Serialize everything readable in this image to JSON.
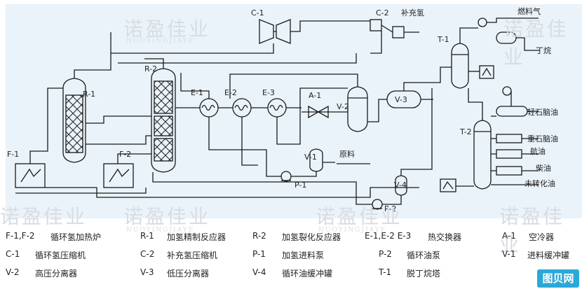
{
  "diagram": {
    "labels": {
      "C1": "C-1",
      "C2": "C-2",
      "makeup_h2": "补充氢",
      "T1": "T-1",
      "fuel_gas": "燃料气",
      "butane": "丁烷",
      "R1": "R-1",
      "R2": "R-2",
      "E1": "E-1",
      "E2": "E-2",
      "E3": "E-3",
      "A1": "A-1",
      "V2": "V-2",
      "V3": "V-3",
      "T2": "T-2",
      "light_naphtha": "轻石脑油",
      "heavy_naphtha": "重石脑油",
      "kerosene": "航油",
      "diesel": "柴油",
      "tail_oil": "未转化油",
      "F1": "F-1",
      "F2": "F-2",
      "V1": "V-1",
      "feed": "原料",
      "P1": "P-1",
      "V4": "V-4",
      "P2": "P-2"
    }
  },
  "legend": {
    "row1": [
      {
        "code": "F-1,F-2",
        "desc": "循环氢加热炉"
      },
      {
        "code": "R-1",
        "desc": "加氢精制反应器"
      },
      {
        "code": "R-2",
        "desc": "加氢裂化反应器"
      },
      {
        "code": "E-1,E-2 E-3",
        "desc": "热交换器"
      },
      {
        "code": "A-1",
        "desc": "空冷器"
      }
    ],
    "row2": [
      {
        "code": "C-1",
        "desc": "循环氢压缩机"
      },
      {
        "code": "C-2",
        "desc": "补充氢压缩机"
      },
      {
        "code": "P-1",
        "desc": "加氢进料泵"
      },
      {
        "code": "P-2",
        "desc": "循环油泵"
      },
      {
        "code": "V-1",
        "desc": "进料缓冲罐"
      }
    ],
    "row3": [
      {
        "code": "V-2",
        "desc": "高压分离器"
      },
      {
        "code": "V-3",
        "desc": "低压分离器"
      },
      {
        "code": "V-4",
        "desc": "循环油缓冲罐"
      },
      {
        "code": "T-1",
        "desc": "脱丁烷塔"
      }
    ]
  },
  "watermark": {
    "zh": "诺盈佳业",
    "en": "NUOYINGJIAYE"
  },
  "badge": "图贝网",
  "colors": {
    "diagram_bg": "#eaf3f9",
    "line": "#1a1a1a",
    "badge": "#2aa9d8",
    "watermark": "#d8dde2"
  }
}
